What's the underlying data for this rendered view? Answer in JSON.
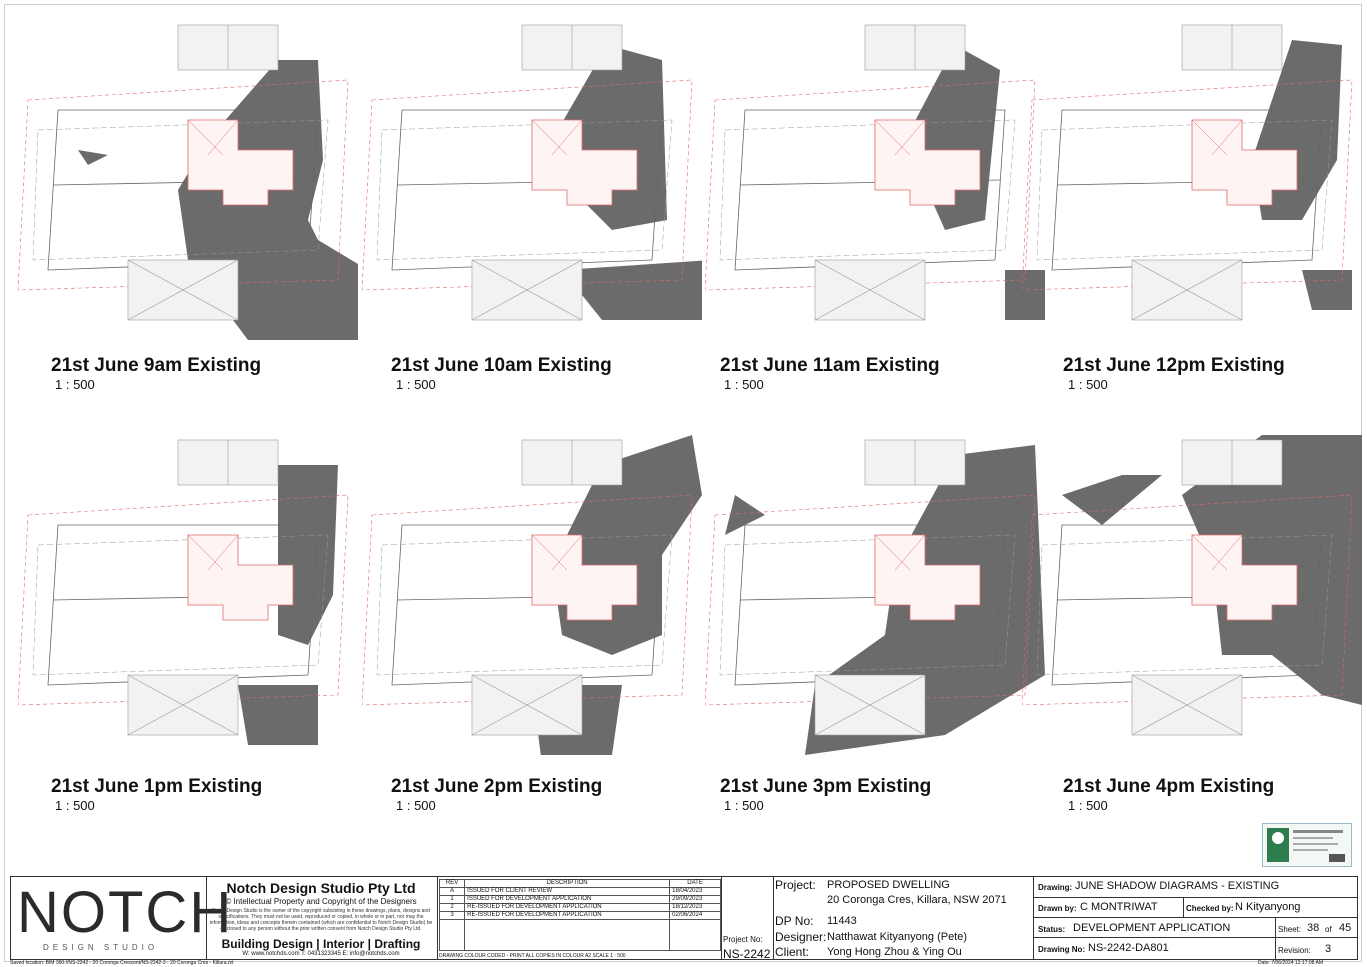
{
  "views": [
    {
      "title": "21st June 9am Existing",
      "scale": "1 : 500"
    },
    {
      "title": "21st June 10am Existing",
      "scale": "1 : 500"
    },
    {
      "title": "21st June 11am Existing",
      "scale": "1 : 500"
    },
    {
      "title": "21st June 12pm Existing",
      "scale": "1 : 500"
    },
    {
      "title": "21st June 1pm Existing",
      "scale": "1 : 500"
    },
    {
      "title": "21st June 2pm Existing",
      "scale": "1 : 500"
    },
    {
      "title": "21st June 3pm Existing",
      "scale": "1 : 500"
    },
    {
      "title": "21st June 4pm Existing",
      "scale": "1 : 500"
    }
  ],
  "logo": {
    "word": "NOTCH",
    "sub": "DESIGN STUDIO"
  },
  "company": {
    "name": "Notch Design Studio Pty Ltd",
    "ip": "© Intellectual Property and Copyright of the Designers",
    "notice": "Notch Design Studio is the owner of the copyright subsisting in these drawings, plans, designs and specifications. They must not be used, reproduced or copied, in whole or in part, nor may the information, ideas and concepts therein contained (which are confidential to Notch Design Studio) be disclosed to any person without the prior written consent from Notch Design Studio Pty Ltd.",
    "services": "Building Design | Interior | Drafting",
    "contact": "W: www.notchds.com  T: 0431323345  E: info@notchds.com"
  },
  "revisions": {
    "headers": [
      "REV",
      "DESCRIPTION",
      "DATE"
    ],
    "rows": [
      {
        "rev": "A",
        "desc": "ISSUED FOR CLIENT REVIEW",
        "date": "18/04/2023"
      },
      {
        "rev": "1",
        "desc": "ISSUED FOR DEVELOPMENT APPLICATION",
        "date": "29/09/2023"
      },
      {
        "rev": "2",
        "desc": "RE-ISSUED FOR DEVELOPMENT APPLICATION",
        "date": "18/12/2023"
      },
      {
        "rev": "3",
        "desc": "RE-ISSUED FOR DEVELOPMENT APPLICATION",
        "date": "02/06/2024"
      }
    ],
    "note": "DRAWING COLOUR CODED - PRINT ALL COPIES IN COLOUR   A2 SCALE  1 : 500"
  },
  "project_no": {
    "label": "Project No:",
    "value": "NS-2242"
  },
  "project": {
    "label": "Project:",
    "name": "PROPOSED DWELLING",
    "address": "20 Coronga Cres, Killara, NSW 2071",
    "dp_label": "DP No:",
    "dp": "11443",
    "designer_label": "Designer:",
    "designer": "Natthawat Kityanyong (Pete)",
    "client_label": "Client:",
    "client": "Yong Hong Zhou & Ying Ou"
  },
  "drawing": {
    "drawing_label": "Drawing:",
    "drawing": "JUNE SHADOW DIAGRAMS - EXISTING",
    "drawn_label": "Drawn by:",
    "drawn": "C MONTRIWAT",
    "checked_label": "Checked by:",
    "checked": "N Kityanyong",
    "status_label": "Status:",
    "status": "DEVELOPMENT APPLICATION",
    "sheet_label": "Sheet:",
    "sheet": "38",
    "of": "of",
    "sheet_total": "45",
    "no_label": "Drawing No:",
    "no": "NS-2242-DA801",
    "rev_label": "Revision:",
    "rev": "3"
  },
  "footer": {
    "saved": "Saved location:  BIM 360://NS-2242 - 20 Coronga Crescent/NS-2242-3 - 20 Coronga Cres - Killara.rvt",
    "date": "Date:   7/06/2024 12:17:08 AM"
  },
  "colors": {
    "shadow": "#6b6b6b",
    "roof": "#f2f2f2",
    "boundary": "#e06a6a"
  }
}
